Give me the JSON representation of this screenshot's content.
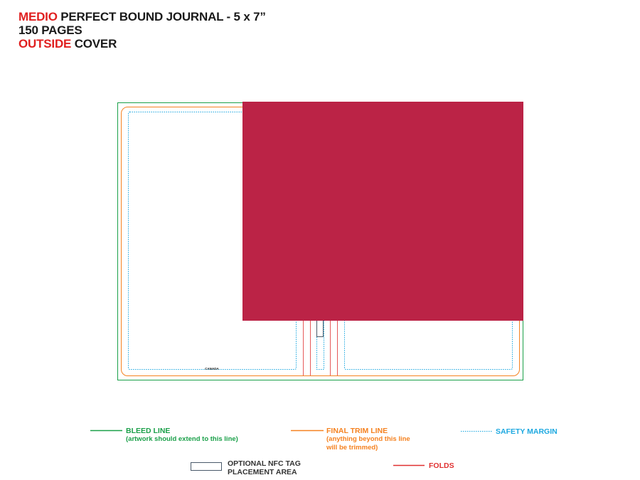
{
  "header": {
    "line1_accent": "MEDIO",
    "line1_rest": " PERFECT BOUND JOURNAL - 5 x 7”",
    "line2": "150 PAGES",
    "line3_accent": "OUTSIDE",
    "line3_rest": " COVER"
  },
  "template": {
    "back_cover_label": "CANADA"
  },
  "legend": {
    "bleed": {
      "label": "BLEED LINE",
      "note": "(artwork should extend to this line)"
    },
    "trim": {
      "label": "FINAL TRIM LINE",
      "note_line1": "(anything beyond this line",
      "note_line2": "will be trimmed)"
    },
    "safety": {
      "label": "SAFETY MARGIN"
    },
    "nfc": {
      "label_line1": "OPTIONAL NFC TAG",
      "label_line2": "PLACEMENT AREA"
    },
    "folds": {
      "label": "FOLDS"
    }
  },
  "colors": {
    "bleed": "#1aa049",
    "trim": "#f58220",
    "safety": "#1ca8e0",
    "folds": "#e03030",
    "title_accent": "#e02020",
    "cover_block": "#bb2346"
  }
}
